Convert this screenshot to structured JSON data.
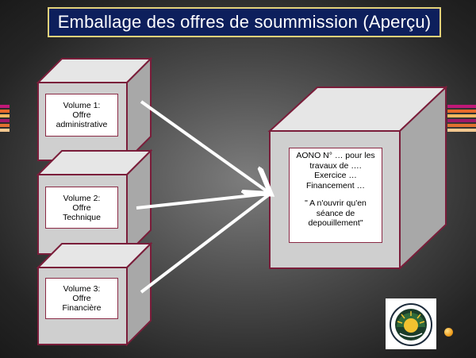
{
  "title": "Emballage des offres de soummission (Aperçu)",
  "volumes": [
    {
      "lines": [
        "Volume 1:",
        "Offre",
        "administrative"
      ]
    },
    {
      "lines": [
        "Volume 2:",
        "Offre",
        "Technique"
      ]
    },
    {
      "lines": [
        "Volume 3:",
        "Offre",
        "Financière"
      ]
    }
  ],
  "package": {
    "lines": [
      "AONO N° … pour les",
      "travaux de ….",
      "Exercice …",
      "Financement …"
    ],
    "note_lines": [
      "\" A n'ouvrir  qu'en",
      "séance de",
      "depouillement\""
    ]
  },
  "colors": {
    "title_bg": "#0d1f5c",
    "title_border": "#e4d27a",
    "cube_border": "#7a1d3a",
    "arrow": "#ffffff"
  },
  "icons": [
    "logo-icon",
    "orange-bullet-icon"
  ]
}
